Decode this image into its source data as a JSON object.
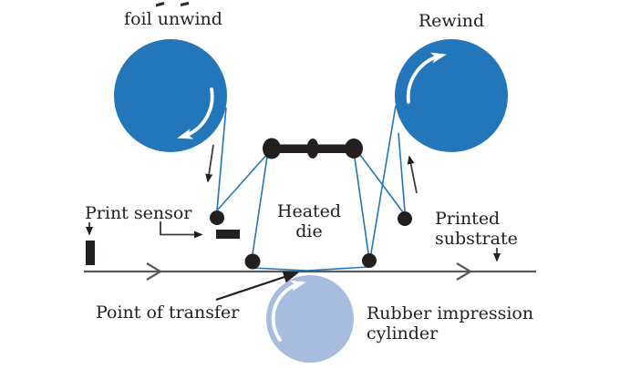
{
  "diagram": {
    "labels": {
      "foil_unwind": "foil unwind",
      "rewind": "Rewind",
      "print_sensor": "Print sensor",
      "heated_die_line1": "Heated",
      "heated_die_line2": "die",
      "printed_substrate_line1": "Printed",
      "printed_substrate_line2": "substrate",
      "point_of_transfer": "Point of transfer",
      "rubber_impression_line1": "Rubber impression",
      "rubber_impression_line2": "cylinder"
    },
    "colors": {
      "roll_blue": "#2276b9",
      "impression_blue": "#a8bce0",
      "web_blue": "#2276b9",
      "substrate_gray": "#58595b",
      "ink_black": "#231f20",
      "rotation_arrow_white": "#ffffff"
    }
  }
}
